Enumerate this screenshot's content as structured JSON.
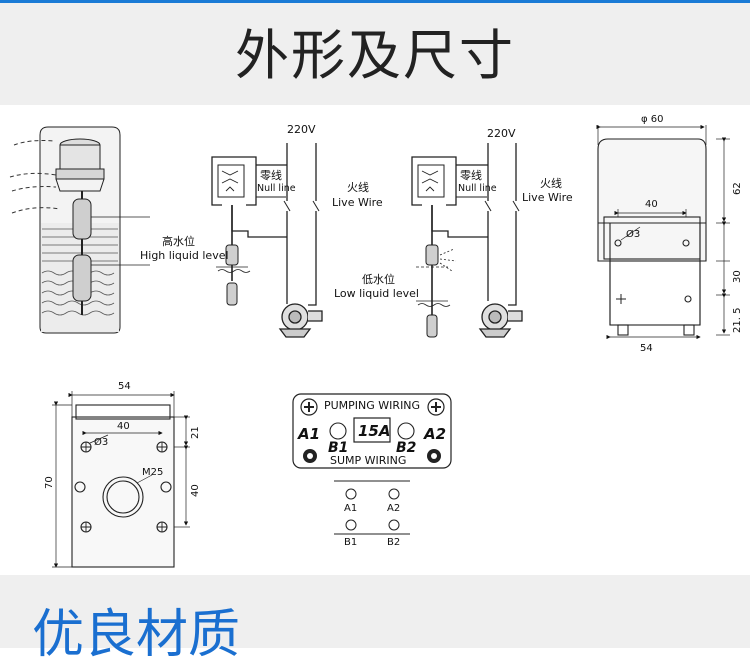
{
  "header": {
    "title": "外形及尺寸"
  },
  "footer": {
    "title": "优良材质"
  },
  "wiring": {
    "voltage": "220V",
    "null_cn": "零线",
    "null_en": "Null line",
    "live_cn": "火线",
    "live_en": "Live Wire",
    "high_cn": "高水位",
    "high_en": "High liquid level",
    "low_cn": "低水位",
    "low_en": "Low liquid level"
  },
  "dims": {
    "dia60": "φ 60",
    "d40a": "40",
    "hole3a": "Ø3",
    "h62": "62",
    "h30": "30",
    "h21_5": "21. 5",
    "w54a": "54",
    "w54b": "54",
    "d40b": "40",
    "hole3b": "Ø3",
    "h21": "21",
    "h70": "70",
    "h40": "40",
    "m25": "M25"
  },
  "terminal": {
    "pumping": "PUMPING WIRING",
    "sump": "SUMP WIRING",
    "a1": "A1",
    "a2": "A2",
    "b1": "B1",
    "b2": "B2",
    "rating": "15A",
    "t_a1": "A1",
    "t_a2": "A2",
    "t_b1": "B1",
    "t_b2": "B2"
  }
}
